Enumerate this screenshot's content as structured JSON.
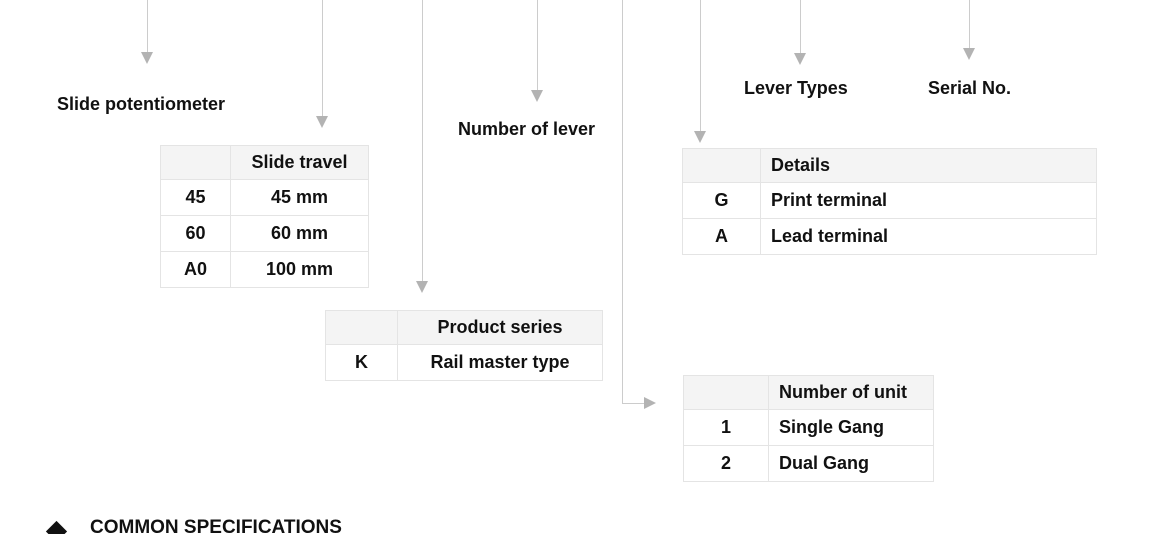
{
  "diagram": {
    "labels": {
      "slide_potentiometer": "Slide potentiometer",
      "number_of_lever": "Number of lever",
      "lever_types": "Lever Types",
      "serial_no": "Serial No."
    }
  },
  "tables": {
    "slide_travel": {
      "header": [
        "",
        "Slide travel"
      ],
      "rows": [
        [
          "45",
          "45 mm"
        ],
        [
          "60",
          "60 mm"
        ],
        [
          "A0",
          "100 mm"
        ]
      ]
    },
    "product_series": {
      "header": [
        "",
        "Product series"
      ],
      "rows": [
        [
          "K",
          "Rail master type"
        ]
      ]
    },
    "details": {
      "header": [
        "",
        "Details"
      ],
      "rows": [
        [
          "G",
          "Print terminal"
        ],
        [
          "A",
          "Lead terminal"
        ]
      ]
    },
    "number_of_unit": {
      "header": [
        "",
        "Number of unit"
      ],
      "rows": [
        [
          "1",
          "Single Gang"
        ],
        [
          "2",
          "Dual Gang"
        ]
      ]
    }
  },
  "footer": {
    "section_title": "COMMON SPECIFICATIONS"
  },
  "colors": {
    "line": "#cccccc",
    "arrowhead": "#b3b3b3",
    "table_header_bg": "#f4f4f4",
    "table_border": "#e4e4e4",
    "text": "#111111"
  }
}
